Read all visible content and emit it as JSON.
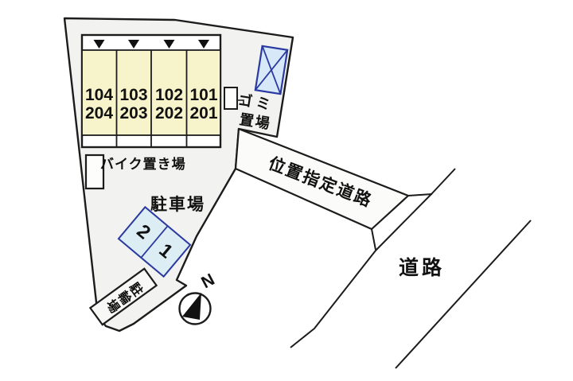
{
  "plan": {
    "building": {
      "units": [
        {
          "line1": "104",
          "line2": "204"
        },
        {
          "line1": "103",
          "line2": "203"
        },
        {
          "line1": "102",
          "line2": "202"
        },
        {
          "line1": "101",
          "line2": "201"
        }
      ]
    },
    "areas": {
      "garbage_line1": "ゴミ",
      "garbage_line2": "置場",
      "bike_storage": "バイク置き場",
      "car_parking": "駐車場",
      "bicycle_parking": "駐輪場",
      "designated_road": "位置指定道路",
      "road": "道路"
    },
    "parking_spaces": [
      {
        "number": "2"
      },
      {
        "number": "1"
      }
    ],
    "compass": {
      "north_label": "N"
    },
    "colors": {
      "unit_fill": "#f7f3ca",
      "parking_space_fill": "#dcedf3",
      "garbage_box_fill": "#d7e9f8",
      "blue_border": "#2b3aa0",
      "line": "#1c1c1c",
      "plot_fill": "#f2f2f0"
    }
  }
}
